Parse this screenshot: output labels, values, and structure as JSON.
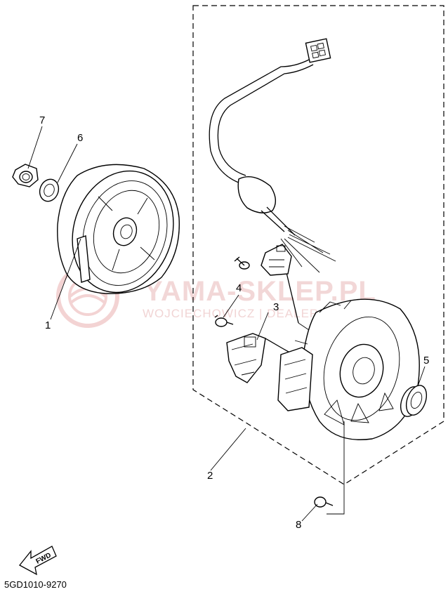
{
  "diagram": {
    "part_numbers": [
      "1",
      "2",
      "3",
      "4",
      "5",
      "6",
      "7",
      "8"
    ],
    "direction_label": "FWD",
    "diagram_code": "5GD1010-9270",
    "watermark": {
      "brand": "YAMA-SKLEP.PL",
      "subtitle": "WOJCIECHOWICZ | DEALER YAMAHA"
    }
  }
}
